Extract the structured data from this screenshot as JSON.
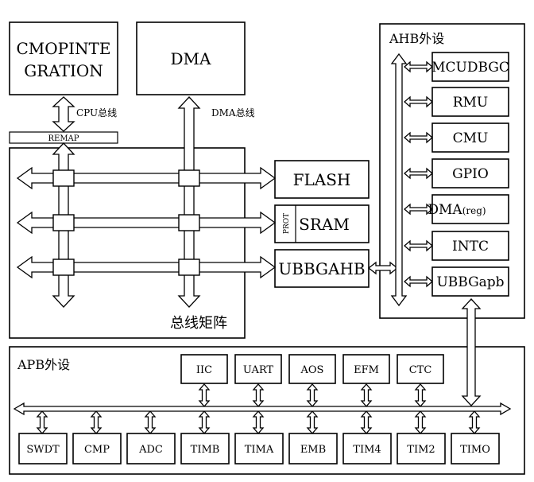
{
  "blocks": {
    "cpu_label": "CMOPINTE\nGRATION",
    "dma": "DMA",
    "flash": "FLASH",
    "sram": "SRAM",
    "prot": "PROT",
    "ubbgahb": "UBBGAHB",
    "remap": "REMAP",
    "bus_matrix": "总线矩阵"
  },
  "bus_labels": {
    "cpu_bus": "CPU总线",
    "dma_bus": "DMA总线"
  },
  "ahb": {
    "title": "AHB外设",
    "items": [
      "MCUDBGC",
      "RMU",
      "CMU",
      "GPIO",
      "DMA",
      "INTC",
      "UBBGapb"
    ],
    "dma_suffix": "(reg)"
  },
  "apb": {
    "title": "APB外设",
    "top_items": [
      "IIC",
      "UART",
      "AOS",
      "EFM",
      "CTC"
    ],
    "bottom_items": [
      "SWDT",
      "CMP",
      "ADC",
      "TIMB",
      "TIMA",
      "EMB",
      "TIM4",
      "TIM2",
      "TIMO"
    ]
  }
}
